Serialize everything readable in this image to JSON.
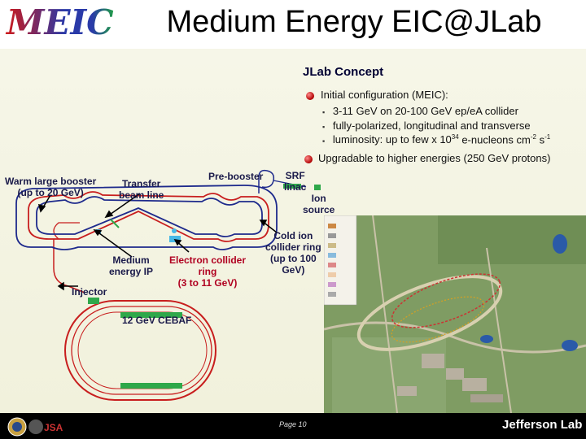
{
  "header": {
    "logo_text": "MEIC",
    "title": "Medium Energy EIC@JLab"
  },
  "subtitle": "JLab Concept",
  "bullets": [
    {
      "text": "Initial configuration (MEIC):",
      "sub": [
        "3-11 GeV on 20-100 GeV ep/eA collider",
        "fully-polarized, longitudinal and transverse",
        {
          "pre": "luminosity: up to few x 10",
          "sup": "34",
          "mid": " e-nucleons cm",
          "sup2": "-2",
          "mid2": " s",
          "sup3": "-1"
        }
      ]
    },
    {
      "text": "Upgradable to higher energies (250 GeV protons)"
    }
  ],
  "labels": {
    "warm_booster": [
      "Warm large booster",
      "(up to 20 GeV)"
    ],
    "transfer": [
      "Transfer",
      "beam line"
    ],
    "pre_booster": "Pre-booster",
    "srf": [
      "SRF",
      "linac"
    ],
    "ion_source": [
      "Ion",
      "source"
    ],
    "cold_ring": [
      "Cold ion",
      "collider ring",
      "(up to 100",
      "GeV)"
    ],
    "medium_ip": [
      "Medium",
      "energy IP"
    ],
    "electron_ring": [
      "Electron collider",
      "ring",
      "(3 to 11 GeV)"
    ],
    "injector": "Injector",
    "cebaf": "12 GeV CEBAF"
  },
  "footer": {
    "page": "Page 10",
    "lab": "Jefferson Lab"
  },
  "colors": {
    "ion_ring": "#1e2a8c",
    "electron_ring": "#c81e1e",
    "linac": "#2ea84a",
    "bullet": "#b00000",
    "map": "#7f9c63"
  }
}
